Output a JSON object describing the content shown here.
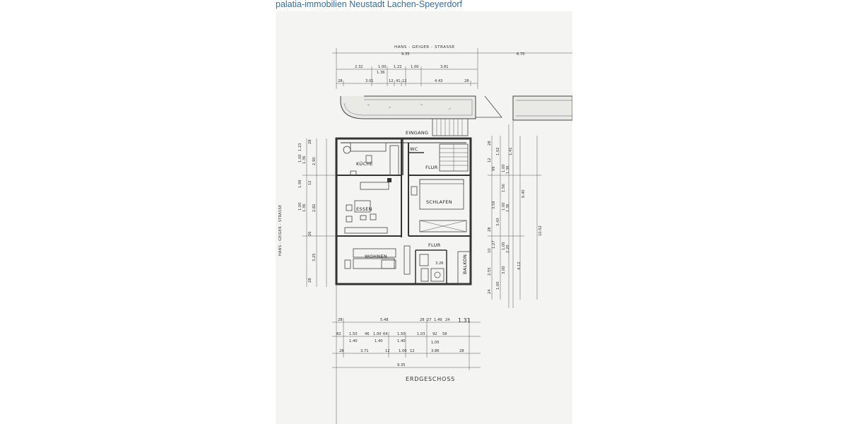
{
  "caption": "palatia-immobilien Neustadt Lachen-Speyerdorf",
  "plan": {
    "street_top": "HANS - GEIGER - STRASSE",
    "street_side": "HANS - GEIGER - STRASSE",
    "title": "ERDGESCHOSS",
    "rooms": {
      "eingang": "EINGANG",
      "wc": "WC",
      "kueche": "KÜCHE",
      "flur_top": "FLUR",
      "essen": "ESSEN",
      "schlafen": "SCHLAFEN",
      "flur_bottom": "FLUR",
      "wohnen": "WOHNEN",
      "balkon": "BALKON",
      "bad_area": "3.26"
    },
    "dims_top": {
      "d935": "9.35",
      "d670": "6.70",
      "d232": "2.32",
      "d100a": "1.00",
      "d122": "1.22",
      "d100b": "1.00",
      "d381": "3.81",
      "d136": "1.36",
      "d28a": "28",
      "d301": "3.01",
      "d12": "12",
      "d41": "41",
      "d12b": "12",
      "d443": "4.43",
      "d28b": "28"
    },
    "dims_bottom": {
      "b28a": "28",
      "b548": "5.48",
      "b28b": "28",
      "b27": "27",
      "b149": "1.49",
      "b24": "24",
      "b82": "82",
      "b150a": "1.50",
      "b46": "46",
      "b100a": "1.00",
      "b64": "64",
      "b150b": "1.50",
      "b103": "1.03",
      "b92": "92",
      "b58": "58",
      "b140a": "1.40",
      "b140b": "1.40",
      "b140c": "1.40",
      "b105": "1,05",
      "b28c": "28",
      "b371": "3.71",
      "b12": "12",
      "b100b": "1.00",
      "b12b": "12",
      "b386": "3.86",
      "b28d": "28",
      "b935": "9.35",
      "note": "1.31"
    },
    "dims_left": {
      "l28a": "28",
      "l100a": "1.00",
      "l123": "1.23",
      "l136a": "1.36",
      "l290": "2.90",
      "l12a": "12",
      "l199": "1.99",
      "l100b": "1.00",
      "l136b": "1.36",
      "l282": "2.82",
      "l26": "26",
      "l325": "3.25",
      "l28b": "28"
    },
    "dims_right": {
      "r28a": "28",
      "r102": "1.02",
      "r141": "1.41",
      "r12": "12",
      "r99": "99",
      "r100a": "1.00",
      "r136a": "1.36",
      "r156": "1.56",
      "r359": "3.59",
      "r100b": "1.00",
      "r136b": "1.36",
      "r640": "6.40",
      "r1052": "10.52",
      "r28b": "28",
      "r343": "3.43",
      "r127": "1.27",
      "r1001": "1.00",
      "r220": "2.20",
      "r255": "2.55",
      "r300": "3.00",
      "r412": "4.12",
      "r10": "10",
      "r24": "24",
      "r100c": "1.00"
    }
  }
}
